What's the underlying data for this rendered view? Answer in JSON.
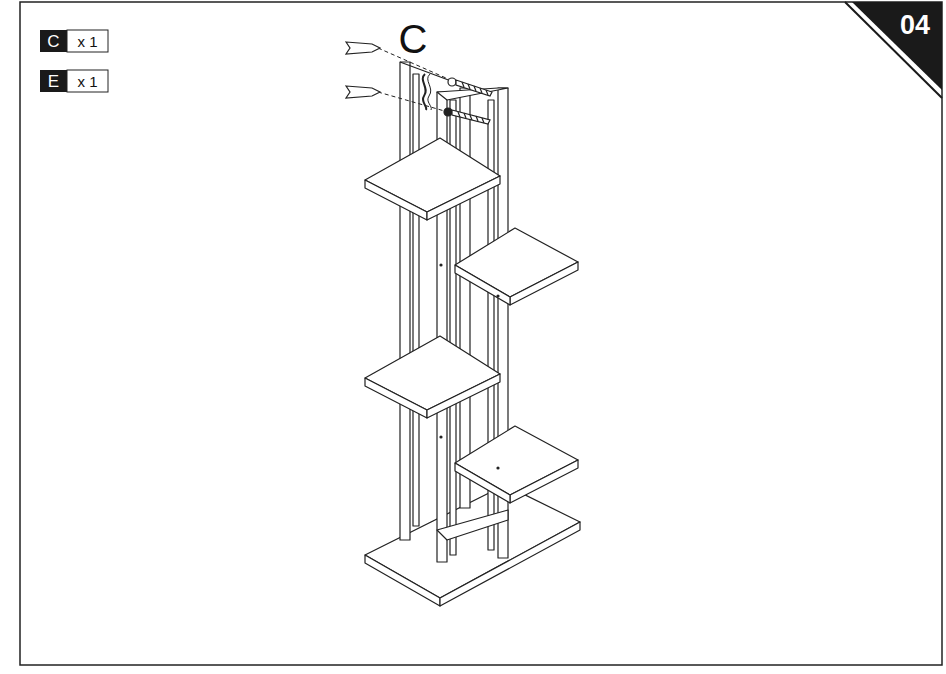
{
  "diagram": {
    "labels": [
      "C",
      "x 1",
      "E",
      "x 1",
      "C",
      "04"
    ]
  }
}
